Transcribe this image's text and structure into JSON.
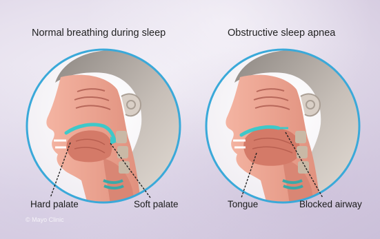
{
  "titles": {
    "left": "Normal breathing during sleep",
    "right": "Obstructive sleep apnea"
  },
  "labels": {
    "hard_palate": "Hard palate",
    "soft_palate": "Soft palate",
    "tongue": "Tongue",
    "blocked_airway": "Blocked airway"
  },
  "watermark": "© Mayo Clinic",
  "colors": {
    "circle_border": "#3aa9d9",
    "tissue": "#e99a88",
    "airway": "#3ec8c9",
    "skull": "#bfb5ad"
  }
}
